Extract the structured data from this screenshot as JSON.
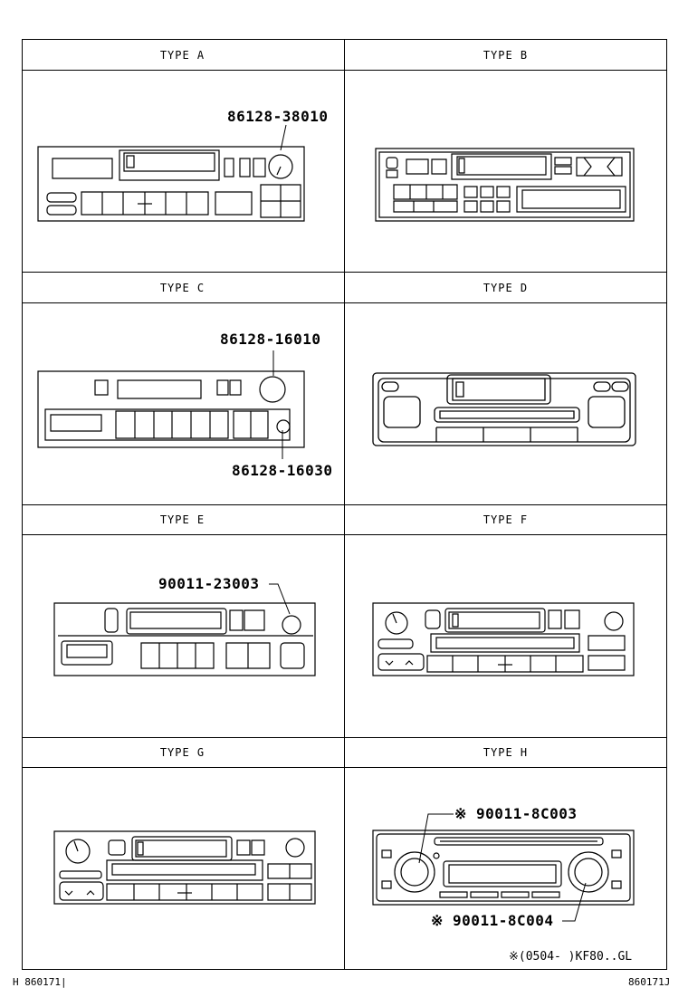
{
  "panels": [
    {
      "title": "TYPE  A",
      "callouts": [
        "86128-38010"
      ]
    },
    {
      "title": "TYPE  B",
      "callouts": []
    },
    {
      "title": "TYPE  C",
      "callouts": [
        "86128-16010",
        "86128-16030"
      ]
    },
    {
      "title": "TYPE  D",
      "callouts": []
    },
    {
      "title": "TYPE  E",
      "callouts": [
        "90011-23003"
      ]
    },
    {
      "title": "TYPE  F",
      "callouts": []
    },
    {
      "title": "TYPE  G",
      "callouts": []
    },
    {
      "title": "TYPE  H",
      "callouts": [
        "※ 90011-8C003",
        "※ 90011-8C004"
      ]
    }
  ],
  "note": "※(0504-      )KF80..GL",
  "footer": {
    "left": "H 860171|",
    "right": "860171J"
  }
}
